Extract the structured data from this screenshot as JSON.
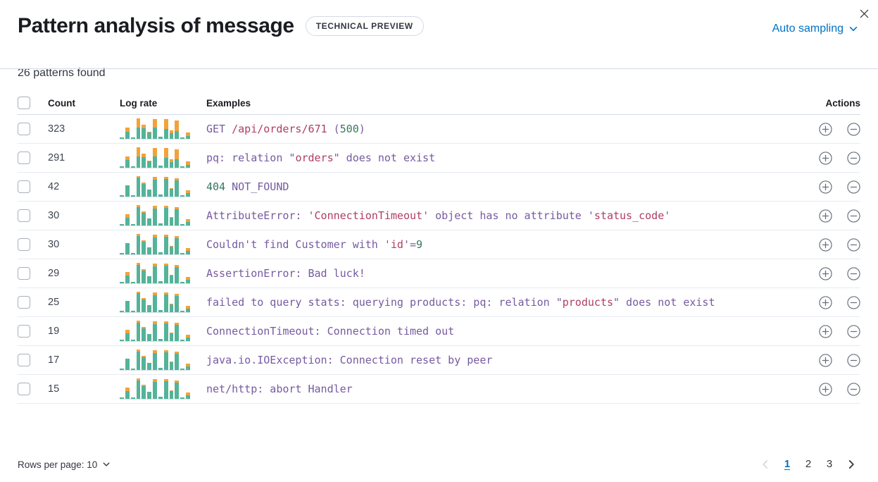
{
  "header": {
    "title": "Pattern analysis of message",
    "badge": "TECHNICAL PREVIEW",
    "sampling_label": "Auto sampling"
  },
  "summary": "26 patterns found",
  "colors": {
    "accent_blue": "#0071c2",
    "token_purple": "#765aa0",
    "token_red": "#b03d62",
    "token_green": "#35785f",
    "bar_green": "#54b399",
    "bar_orange": "#f0a33b",
    "disabled_gray": "#d3dae6",
    "icon_gray": "#69707d"
  },
  "table": {
    "columns": {
      "count": "Count",
      "log_rate": "Log rate",
      "examples": "Examples",
      "actions": "Actions"
    },
    "spark_heights": [
      8,
      55,
      6,
      100,
      70,
      35,
      98,
      10,
      95,
      42,
      90,
      8,
      30
    ],
    "rows": [
      {
        "count": "323",
        "orange": [
          0,
          35,
          0,
          45,
          28,
          12,
          45,
          0,
          50,
          38,
          58,
          0,
          55
        ],
        "example": [
          {
            "t": "GET ",
            "c": "token_purple"
          },
          {
            "t": "/api/orders/671",
            "c": "token_red"
          },
          {
            "t": " (",
            "c": "token_purple"
          },
          {
            "t": "500",
            "c": "token_green"
          },
          {
            "t": ")",
            "c": "token_purple"
          }
        ]
      },
      {
        "count": "291",
        "orange": [
          0,
          33,
          0,
          44,
          26,
          10,
          44,
          0,
          48,
          36,
          55,
          0,
          52
        ],
        "example": [
          {
            "t": "pq: relation \"",
            "c": "token_purple"
          },
          {
            "t": "orders",
            "c": "token_red"
          },
          {
            "t": "\" does not exist",
            "c": "token_purple"
          }
        ]
      },
      {
        "count": "42",
        "orange": [
          0,
          0,
          0,
          8,
          10,
          0,
          16,
          0,
          8,
          8,
          10,
          0,
          45
        ],
        "example": [
          {
            "t": "404",
            "c": "token_green"
          },
          {
            "t": " NOT_FOUND",
            "c": "token_purple"
          }
        ]
      },
      {
        "count": "30",
        "orange": [
          0,
          30,
          0,
          10,
          12,
          0,
          16,
          0,
          10,
          8,
          12,
          0,
          45
        ],
        "example": [
          {
            "t": "AttributeError: '",
            "c": "token_purple"
          },
          {
            "t": "ConnectionTimeout",
            "c": "token_red"
          },
          {
            "t": "' object has no attribute '",
            "c": "token_purple"
          },
          {
            "t": "status_code",
            "c": "token_red"
          },
          {
            "t": "'",
            "c": "token_purple"
          }
        ]
      },
      {
        "count": "30",
        "orange": [
          0,
          0,
          0,
          9,
          10,
          0,
          14,
          0,
          9,
          8,
          10,
          0,
          42
        ],
        "example": [
          {
            "t": "Couldn't find Customer with '",
            "c": "token_purple"
          },
          {
            "t": "id",
            "c": "token_red"
          },
          {
            "t": "'=",
            "c": "token_purple"
          },
          {
            "t": "9",
            "c": "token_green"
          }
        ]
      },
      {
        "count": "29",
        "orange": [
          0,
          32,
          0,
          10,
          12,
          0,
          16,
          0,
          10,
          8,
          12,
          0,
          45
        ],
        "example": [
          {
            "t": "AssertionError: Bad luck!",
            "c": "token_purple"
          }
        ]
      },
      {
        "count": "25",
        "orange": [
          0,
          0,
          0,
          8,
          10,
          0,
          15,
          0,
          8,
          8,
          10,
          0,
          42
        ],
        "example": [
          {
            "t": "failed to query stats: querying products: pq: relation \"",
            "c": "token_purple"
          },
          {
            "t": "products",
            "c": "token_red"
          },
          {
            "t": "\" does not exist",
            "c": "token_purple"
          }
        ]
      },
      {
        "count": "19",
        "orange": [
          0,
          28,
          0,
          10,
          12,
          0,
          16,
          0,
          10,
          8,
          12,
          0,
          45
        ],
        "example": [
          {
            "t": "ConnectionTimeout: Connection timed out",
            "c": "token_purple"
          }
        ]
      },
      {
        "count": "17",
        "orange": [
          0,
          0,
          0,
          9,
          10,
          0,
          14,
          0,
          9,
          8,
          10,
          0,
          42
        ],
        "example": [
          {
            "t": "java.io.IOException: Connection reset by peer",
            "c": "token_purple"
          }
        ]
      },
      {
        "count": "15",
        "orange": [
          0,
          30,
          0,
          10,
          12,
          0,
          16,
          0,
          10,
          8,
          12,
          0,
          45
        ],
        "example": [
          {
            "t": "net/http: abort Handler",
            "c": "token_purple"
          }
        ]
      }
    ]
  },
  "footer": {
    "rows_per_page_label": "Rows per page: 10",
    "pages": [
      "1",
      "2",
      "3"
    ],
    "active_page": "1"
  }
}
